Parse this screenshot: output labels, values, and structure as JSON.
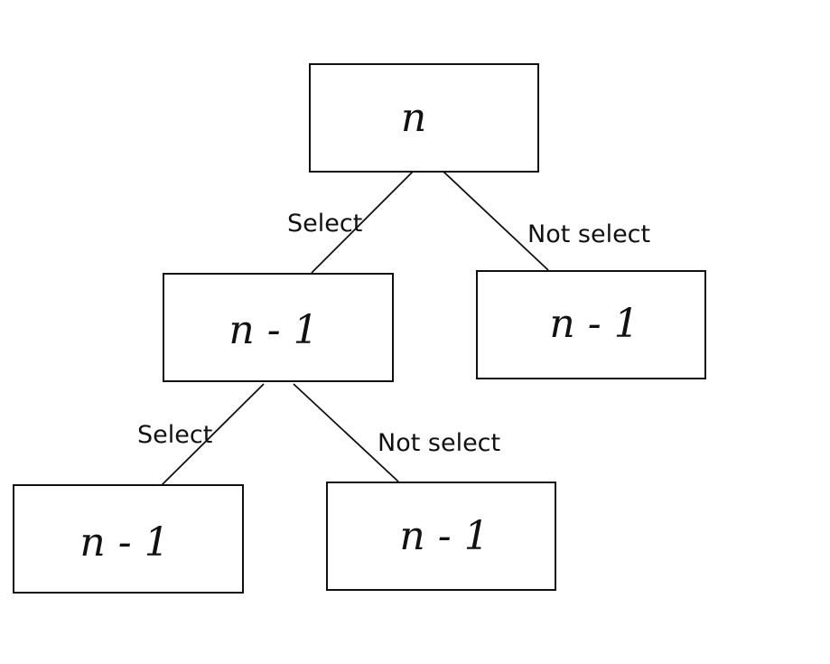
{
  "diagram": {
    "nodes": {
      "root": {
        "label": "n"
      },
      "left": {
        "label": "n - 1"
      },
      "right": {
        "label": "n - 1"
      },
      "left_left": {
        "label": "n - 1"
      },
      "left_right": {
        "label": "n - 1"
      }
    },
    "edges": {
      "root_left": {
        "label": "Select"
      },
      "root_right": {
        "label": "Not select"
      },
      "left_left": {
        "label": "Select"
      },
      "left_right": {
        "label": "Not select"
      }
    },
    "colors": {
      "stroke": "#111111",
      "background": "#ffffff"
    }
  }
}
